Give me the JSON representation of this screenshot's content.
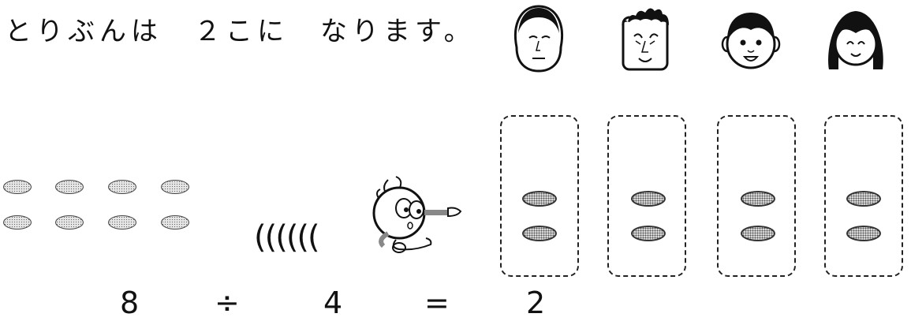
{
  "title": "とりぶんは　２こに　なります。",
  "equation": {
    "dividend": "8",
    "operator": "÷",
    "divisor": "4",
    "equals": "=",
    "result": "2"
  },
  "waves": "((((((",
  "icons": [
    "face-man-icon",
    "face-curly-man-icon",
    "face-boy-icon",
    "face-girl-icon",
    "pointing-character-icon"
  ]
}
